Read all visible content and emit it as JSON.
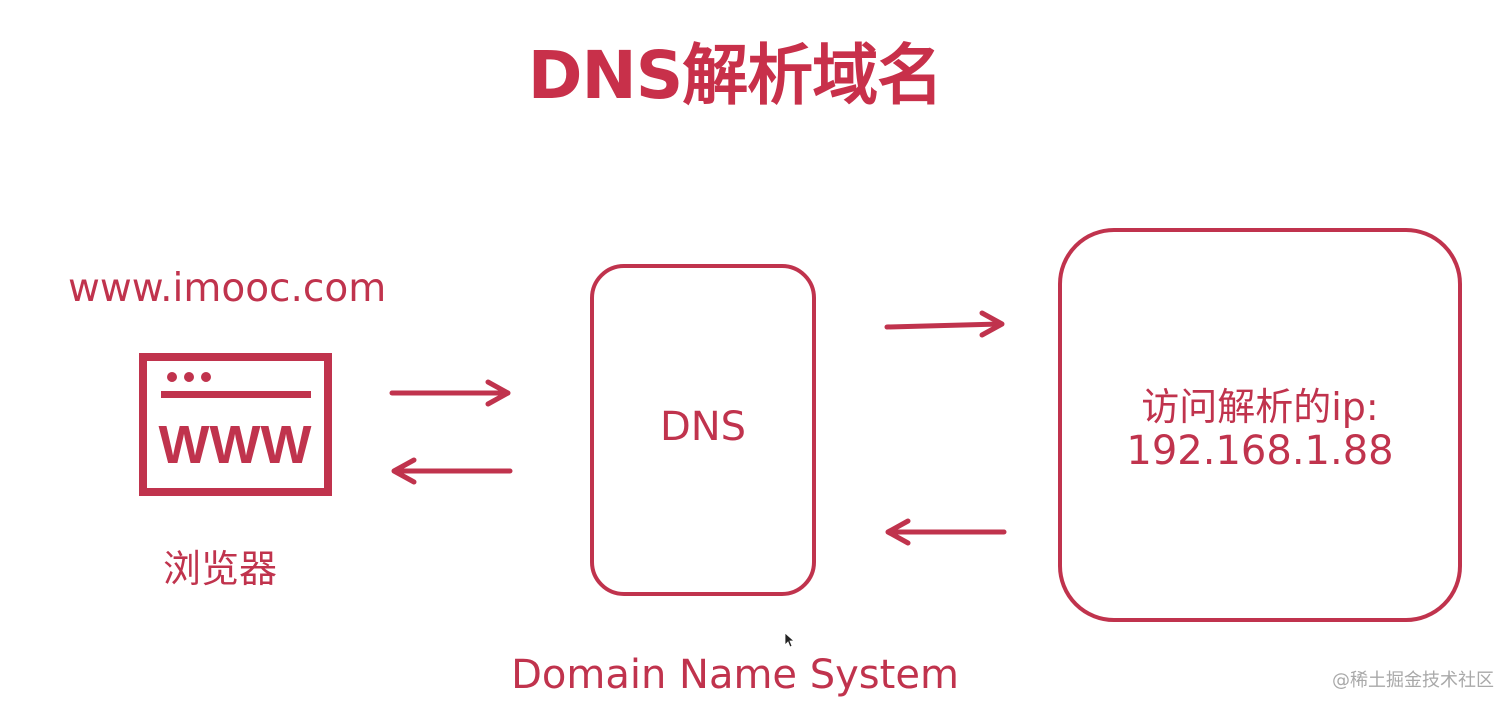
{
  "title": "DNS解析域名",
  "browser": {
    "url": "www.imooc.com",
    "icon": "browser-www-icon",
    "icon_text": "WWW",
    "label": "浏览器"
  },
  "dns": {
    "label": "DNS",
    "full_name": "Domain Name System"
  },
  "result": {
    "line1": "访问解析的ip:",
    "line2": "192.168.1.88"
  },
  "watermark": "@稀土掘金技术社区",
  "colors": {
    "accent": "#c0334d",
    "title": "#c8304a",
    "watermark": "#a9a9a9",
    "background": "#ffffff"
  }
}
